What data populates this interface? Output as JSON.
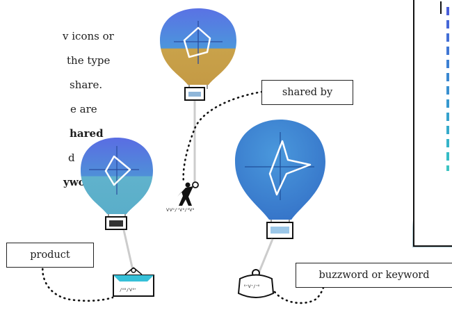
{
  "intro_text": {
    "line1": "v icons or",
    "line2": "the type",
    "line3": "share.",
    "line4": "e are",
    "line5": "hared",
    "line6": "d",
    "line7": "yword."
  },
  "labels": {
    "shared_by": "shared by",
    "product": "product",
    "buzzword": "buzzword or keyword"
  },
  "glyph_captions": {
    "person": "ᐯᐯᐦ/ᐩᐯᐦ/ᐦᐯᐦ",
    "product_sign": "/ᐦᐦ/ᐯᐦᐩ",
    "keyword_tag": "ᐦᐩᐯᐩ/ᐩᐦ"
  },
  "colors": {
    "balloon_blue_top": "#5a7ee0",
    "balloon_blue_mid": "#4a90d9",
    "balloon_gold": "#c9a24a",
    "balloon_teal": "#5fb3c9",
    "balloon_center_blue": "#3e8ad6",
    "outline": "#111111",
    "rope": "#cccccc",
    "accent_cyan": "#36c0d8"
  }
}
